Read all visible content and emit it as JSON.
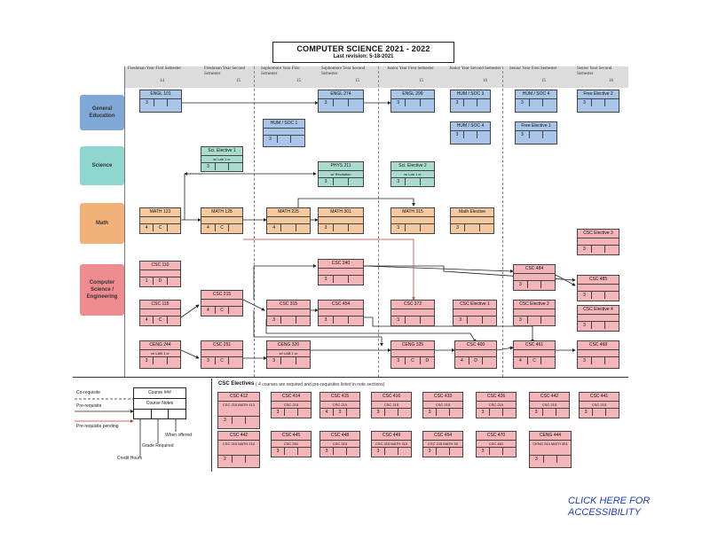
{
  "title": "COMPUTER SCIENCE 2021 - 2022",
  "revision": "Last revision: 5-18-2021",
  "semesters": [
    {
      "label": "Freshman Year First Semester",
      "hours": "14"
    },
    {
      "label": "Freshman Year Second Semester",
      "hours": "15"
    },
    {
      "label": "Sophomore Year First Semester",
      "hours": "15"
    },
    {
      "label": "Sophomore Year Second Semester",
      "hours": "15"
    },
    {
      "label": "Junior Year First Semester",
      "hours": "15"
    },
    {
      "label": "Junior Year Second Semester",
      "hours": "16"
    },
    {
      "label": "Senior Year First Semester",
      "hours": "15"
    },
    {
      "label": "Senior Year Second Semester",
      "hours": "16"
    }
  ],
  "rows": [
    {
      "label": "General Education",
      "color": "#7fa8d6"
    },
    {
      "label": "Science",
      "color": "#8fd6d0"
    },
    {
      "label": "Math",
      "color": "#f1b27a"
    },
    {
      "label": "Computer Science / Engineering",
      "color": "#ef8c90"
    }
  ],
  "courses": [
    {
      "name": "ENGL 101",
      "note": "",
      "f": [
        "3",
        ""
      ],
      "color": "blue"
    },
    {
      "name": "ENGL 274",
      "note": "",
      "f": [
        "3",
        ""
      ],
      "color": "blue"
    },
    {
      "name": "ENGL 299",
      "note": "",
      "f": [
        "3",
        ""
      ],
      "color": "blue"
    },
    {
      "name": "HUM / SOC 3",
      "note": "",
      "f": [
        "3",
        ""
      ],
      "color": "blue"
    },
    {
      "name": "HUM / SOC 4",
      "note": "",
      "f": [
        "3",
        ""
      ],
      "color": "blue"
    },
    {
      "name": "Free Elective 2",
      "note": "",
      "f": [
        "3",
        ""
      ],
      "color": "blue"
    },
    {
      "name": "HUM / SOC 1",
      "note": "",
      "f": [
        "3",
        ""
      ],
      "color": "blue"
    },
    {
      "name": "HUM / SOC 4",
      "note": "",
      "f": [
        "3",
        ""
      ],
      "color": "blue"
    },
    {
      "name": "Free Elective 1",
      "note": "",
      "f": [
        "3",
        ""
      ],
      "color": "blue"
    },
    {
      "name": "Sci. Elective 1",
      "note": "w/ Lab 1 cr",
      "f": [
        "3",
        ""
      ],
      "color": "teal"
    },
    {
      "name": "PHYS 211",
      "note": "w/ Recitation",
      "f": [
        "3",
        ""
      ],
      "color": "teal"
    },
    {
      "name": "Sci. Elective 2",
      "note": "w/ Lab 1 cr",
      "f": [
        "3",
        ""
      ],
      "color": "teal"
    },
    {
      "name": "MATH 123",
      "note": "",
      "f": [
        "4",
        "C"
      ],
      "color": "orange"
    },
    {
      "name": "MATH 125",
      "note": "",
      "f": [
        "4",
        "C"
      ],
      "color": "orange"
    },
    {
      "name": "MATH 225",
      "note": "",
      "f": [
        "4",
        ""
      ],
      "color": "orange"
    },
    {
      "name": "MATH 301",
      "note": "",
      "f": [
        "3",
        ""
      ],
      "color": "orange"
    },
    {
      "name": "MATH 315",
      "note": "",
      "f": [
        "3",
        ""
      ],
      "color": "orange"
    },
    {
      "name": "Math Elective",
      "note": "",
      "f": [
        "3",
        ""
      ],
      "color": "orange"
    },
    {
      "name": "CSC Elective 3",
      "note": "",
      "f": [
        "3",
        ""
      ],
      "color": "pink"
    },
    {
      "name": "CSC 110",
      "note": "",
      "f": [
        "1",
        "D"
      ],
      "color": "pink"
    },
    {
      "name": "CSC 340",
      "note": "",
      "f": [
        "3",
        ""
      ],
      "color": "pink"
    },
    {
      "name": "CSC 484",
      "note": "",
      "f": [
        "3",
        ""
      ],
      "color": "pink"
    },
    {
      "name": "CSC 485",
      "note": "",
      "f": [
        "3",
        ""
      ],
      "color": "pink"
    },
    {
      "name": "CSC 215",
      "note": "",
      "f": [
        "4",
        "C"
      ],
      "color": "pink"
    },
    {
      "name": "CSC 115",
      "note": "",
      "f": [
        "4",
        "C"
      ],
      "color": "pink"
    },
    {
      "name": "CSC 315",
      "note": "",
      "f": [
        "3",
        ""
      ],
      "color": "pink"
    },
    {
      "name": "CSC 454",
      "note": "",
      "f": [
        "3",
        ""
      ],
      "color": "pink"
    },
    {
      "name": "CSC 372",
      "note": "",
      "f": [
        "3",
        ""
      ],
      "color": "pink"
    },
    {
      "name": "CSC Elective 1",
      "note": "",
      "f": [
        "3",
        ""
      ],
      "color": "pink"
    },
    {
      "name": "CSC Elective 2",
      "note": "",
      "f": [
        "3",
        ""
      ],
      "color": "pink"
    },
    {
      "name": "CSC Elective 4",
      "note": "",
      "f": [
        "3",
        ""
      ],
      "color": "pink"
    },
    {
      "name": "CENG 244",
      "note": "w/ LAB 1 cr",
      "f": [
        "3",
        ""
      ],
      "color": "pink"
    },
    {
      "name": "CSC 251",
      "note": "",
      "f": [
        "3",
        "C"
      ],
      "color": "pink"
    },
    {
      "name": "CENG 320",
      "note": "w/ LAB 1 cr",
      "f": [
        "3",
        ""
      ],
      "color": "pink"
    },
    {
      "name": "CENG 325",
      "note": "",
      "f": [
        "3",
        "C",
        "D"
      ],
      "color": "pink"
    },
    {
      "name": "CSC 400",
      "note": "",
      "f": [
        "4",
        "D"
      ],
      "color": "pink"
    },
    {
      "name": "CSC 461",
      "note": "",
      "f": [
        "4",
        "C"
      ],
      "color": "pink"
    },
    {
      "name": "CSC 468",
      "note": "",
      "f": [
        "3",
        ""
      ],
      "color": "pink"
    }
  ],
  "legend": {
    "box_name": "Course ###",
    "box_notes": "Course Notes",
    "coreq": "Co-requisite",
    "prereq": "Pre-requisite",
    "prereq_rec": "Pre-requisite pending",
    "credit_hours": "Credit Hours",
    "grade_required": "Grade Required",
    "when_offered": "When offered"
  },
  "electives_title": "CSC Electives",
  "electives_note": "( 4 courses are required and pre-requisites listed in note sections)",
  "electives": [
    {
      "name": "CSC 412",
      "note": "CSC 215 MATH 413",
      "f": [
        "3",
        ""
      ]
    },
    {
      "name": "CSC 414",
      "note": "CSC 215",
      "f": [
        "3",
        ""
      ]
    },
    {
      "name": "CSC 415",
      "note": "CSC 215",
      "f": [
        "4",
        "3"
      ]
    },
    {
      "name": "CSC 416",
      "note": "CSC 215",
      "f": [
        "3",
        ""
      ]
    },
    {
      "name": "CSC 433",
      "note": "CSC 215",
      "f": [
        "3",
        ""
      ]
    },
    {
      "name": "CSC 426",
      "note": "CSC 215",
      "f": [
        "3",
        ""
      ]
    },
    {
      "name": "CSC 442",
      "note": "CSC 215",
      "f": [
        "3",
        ""
      ]
    },
    {
      "name": "CSC 441",
      "note": "CSC 215",
      "f": [
        "3",
        ""
      ]
    },
    {
      "name": "CSC 442",
      "note": "CSC 315 MATH 210",
      "f": [
        "2",
        ""
      ]
    },
    {
      "name": "CSC 445",
      "note": "CSC 251",
      "f": [
        "3",
        ""
      ]
    },
    {
      "name": "CSC 448",
      "note": "CSC 315",
      "f": [
        "3",
        ""
      ]
    },
    {
      "name": "CSC 449",
      "note": "CSC 315 MATH 315",
      "f": [
        "3",
        ""
      ]
    },
    {
      "name": "CSC 454",
      "note": "CSC 215 MATH 30",
      "f": [
        "3",
        ""
      ]
    },
    {
      "name": "CSC 470",
      "note": "CSC 461",
      "f": [
        "3",
        ""
      ]
    },
    {
      "name": "CENG 444",
      "note": "CENG 244 MATH 301",
      "f": [
        "3",
        ""
      ]
    }
  ],
  "accessibility": "CLICK HERE FOR ACCESSIBILITY"
}
